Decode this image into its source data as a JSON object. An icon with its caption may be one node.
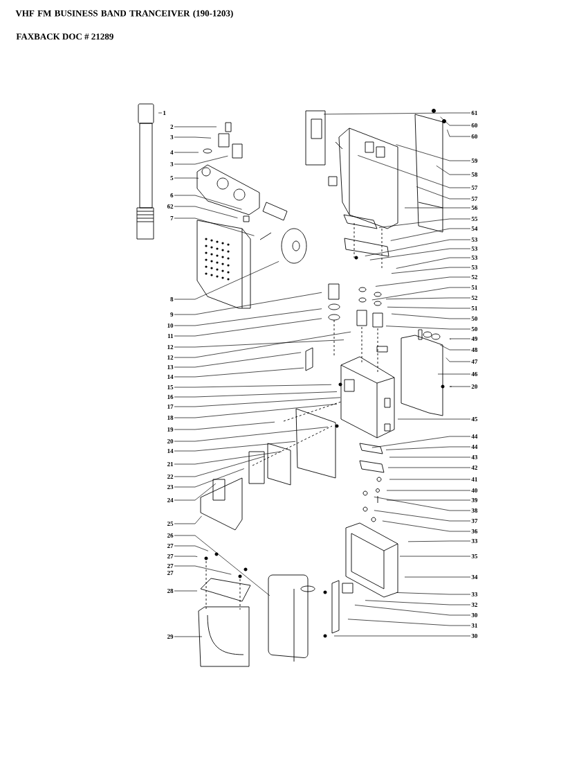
{
  "diagram": {
    "title": "VHF FM BUSINESS BAND TRANCEIVER (190-1203)",
    "nodes": [
      {
        "text": [
          "1"
        ]
      },
      {
        "text": [
          "2"
        ]
      },
      {
        "text": [
          "3"
        ]
      },
      {
        "text": [
          "4"
        ]
      },
      {
        "text": [
          "3"
        ]
      },
      {
        "text": [
          "5"
        ]
      },
      {
        "text": [
          "6"
        ]
      },
      {
        "text": [
          "62"
        ]
      },
      {
        "text": [
          "7"
        ]
      },
      {
        "text": [
          "8"
        ]
      },
      {
        "text": [
          "9"
        ]
      },
      {
        "text": [
          "10"
        ]
      },
      {
        "text": [
          "11"
        ]
      },
      {
        "text": [
          "12"
        ]
      },
      {
        "text": [
          "12"
        ]
      },
      {
        "text": [
          "13"
        ]
      },
      {
        "text": [
          "14"
        ]
      },
      {
        "text": [
          "15"
        ]
      },
      {
        "text": [
          "16"
        ]
      },
      {
        "text": [
          "17"
        ]
      },
      {
        "text": [
          "18"
        ]
      },
      {
        "text": [
          "19"
        ]
      },
      {
        "text": [
          "20"
        ]
      },
      {
        "text": [
          "14"
        ]
      },
      {
        "text": [
          "21"
        ]
      },
      {
        "text": [
          "22"
        ]
      },
      {
        "text": [
          "23"
        ]
      },
      {
        "text": [
          "24"
        ]
      },
      {
        "text": [
          "25"
        ]
      },
      {
        "text": [
          "26"
        ]
      },
      {
        "text": [
          "27"
        ]
      },
      {
        "text": [
          "27"
        ]
      },
      {
        "text": [
          "27"
        ]
      },
      {
        "text": [
          "28"
        ]
      },
      {
        "text": [
          "29"
        ]
      },
      {
        "text": [
          "61"
        ]
      },
      {
        "text": [
          "60"
        ]
      },
      {
        "text": [
          "60"
        ]
      },
      {
        "text": [
          "59"
        ]
      },
      {
        "text": [
          "58"
        ]
      },
      {
        "text": [
          "57"
        ]
      },
      {
        "text": [
          "57"
        ]
      },
      {
        "text": [
          "56"
        ]
      },
      {
        "text": [
          "55"
        ]
      },
      {
        "text": [
          "54"
        ]
      },
      {
        "text": [
          "53"
        ]
      },
      {
        "text": [
          "53"
        ]
      },
      {
        "text": [
          "53"
        ]
      },
      {
        "text": [
          "53"
        ]
      },
      {
        "text": [
          "52"
        ]
      },
      {
        "text": [
          "51"
        ]
      },
      {
        "text": [
          "52"
        ]
      },
      {
        "text": [
          "51"
        ]
      },
      {
        "text": [
          "50"
        ]
      },
      {
        "text": [
          "50"
        ]
      },
      {
        "text": [
          "49"
        ]
      },
      {
        "text": [
          "48"
        ]
      },
      {
        "text": [
          "47"
        ]
      },
      {
        "text": [
          "46"
        ]
      },
      {
        "text": [
          "20"
        ]
      },
      {
        "text": [
          "45"
        ]
      },
      {
        "text": [
          "44"
        ]
      },
      {
        "text": [
          "44"
        ]
      },
      {
        "text": [
          "43"
        ]
      },
      {
        "text": [
          "42"
        ]
      },
      {
        "text": [
          "41"
        ]
      },
      {
        "text": [
          "40"
        ]
      },
      {
        "text": [
          "39"
        ]
      },
      {
        "text": [
          "38"
        ]
      },
      {
        "text": [
          "37"
        ]
      },
      {
        "text": [
          "36"
        ]
      },
      {
        "text": [
          "33"
        ]
      },
      {
        "text": [
          "35"
        ]
      },
      {
        "text": [
          "34"
        ]
      },
      {
        "text": [
          "33"
        ]
      },
      {
        "text": [
          "32"
        ]
      },
      {
        "text": [
          "30"
        ]
      },
      {
        "text": [
          "31"
        ]
      },
      {
        "text": [
          "30"
        ]
      }
    ],
    "edges": [
      {
        "from": 0,
        "to": null,
        "arrow": "none"
      },
      {
        "from": 1,
        "to": null,
        "arrow": "none"
      },
      {
        "from": 2,
        "to": null,
        "arrow": "none"
      },
      {
        "from": 3,
        "to": null,
        "arrow": "none"
      },
      {
        "from": 4,
        "to": null,
        "arrow": "none"
      },
      {
        "from": 5,
        "to": null,
        "arrow": "none"
      },
      {
        "from": 6,
        "to": null,
        "arrow": "none"
      },
      {
        "from": 7,
        "to": null,
        "arrow": "none"
      },
      {
        "from": 8,
        "to": null,
        "arrow": "none"
      },
      {
        "from": 9,
        "to": null,
        "arrow": "none"
      },
      {
        "from": 10,
        "to": null,
        "arrow": "none"
      },
      {
        "from": 11,
        "to": null,
        "arrow": "none"
      },
      {
        "from": 12,
        "to": null,
        "arrow": "none"
      },
      {
        "from": 13,
        "to": null,
        "arrow": "none"
      },
      {
        "from": 14,
        "to": null,
        "arrow": "none"
      },
      {
        "from": 15,
        "to": null,
        "arrow": "none"
      },
      {
        "from": 16,
        "to": null,
        "arrow": "none"
      },
      {
        "from": 17,
        "to": null,
        "arrow": "none"
      },
      {
        "from": 18,
        "to": null,
        "arrow": "none"
      },
      {
        "from": 19,
        "to": null,
        "arrow": "none"
      },
      {
        "from": 20,
        "to": null,
        "arrow": "none"
      },
      {
        "from": 21,
        "to": null,
        "arrow": "none"
      },
      {
        "from": 22,
        "to": null,
        "arrow": "none"
      },
      {
        "from": 23,
        "to": null,
        "arrow": "none"
      },
      {
        "from": 24,
        "to": null,
        "arrow": "none"
      },
      {
        "from": 25,
        "to": null,
        "arrow": "none"
      },
      {
        "from": 26,
        "to": null,
        "arrow": "none"
      },
      {
        "from": 27,
        "to": null,
        "arrow": "none"
      },
      {
        "from": 28,
        "to": null,
        "arrow": "none"
      },
      {
        "from": 29,
        "to": null,
        "arrow": "none"
      },
      {
        "from": 30,
        "to": null,
        "arrow": "none"
      },
      {
        "from": 31,
        "to": null,
        "arrow": "none"
      },
      {
        "from": 32,
        "to": null,
        "arrow": "none"
      },
      {
        "from": 33,
        "to": null,
        "arrow": "none"
      },
      {
        "from": 34,
        "to": null,
        "arrow": "none"
      },
      {
        "from": 35,
        "to": null,
        "arrow": "none"
      },
      {
        "from": 36,
        "to": null,
        "arrow": "none"
      },
      {
        "from": 37,
        "to": null,
        "arrow": "none"
      },
      {
        "from": 38,
        "to": null,
        "arrow": "none"
      },
      {
        "from": 39,
        "to": null,
        "arrow": "none"
      },
      {
        "from": 40,
        "to": null,
        "arrow": "none"
      },
      {
        "from": 41,
        "to": null,
        "arrow": "none"
      },
      {
        "from": 42,
        "to": null,
        "arrow": "none"
      },
      {
        "from": 43,
        "to": null,
        "arrow": "none"
      },
      {
        "from": 44,
        "to": null,
        "arrow": "none"
      },
      {
        "from": 45,
        "to": null,
        "arrow": "none"
      },
      {
        "from": 46,
        "to": null,
        "arrow": "none"
      },
      {
        "from": 47,
        "to": null,
        "arrow": "none"
      },
      {
        "from": 48,
        "to": null,
        "arrow": "none"
      },
      {
        "from": 49,
        "to": null,
        "arrow": "none"
      },
      {
        "from": 50,
        "to": null,
        "arrow": "none"
      },
      {
        "from": 51,
        "to": null,
        "arrow": "none"
      },
      {
        "from": 52,
        "to": null,
        "arrow": "none"
      },
      {
        "from": 53,
        "to": null,
        "arrow": "none"
      },
      {
        "from": 54,
        "to": null,
        "arrow": "none"
      },
      {
        "from": 55,
        "to": null,
        "arrow": "none"
      },
      {
        "from": 56,
        "to": null,
        "arrow": "none"
      },
      {
        "from": 57,
        "to": null,
        "arrow": "none"
      },
      {
        "from": 58,
        "to": null,
        "arrow": "none"
      },
      {
        "from": 59,
        "to": null,
        "arrow": "none"
      },
      {
        "from": 60,
        "to": null,
        "arrow": "none"
      },
      {
        "from": 61,
        "to": null,
        "arrow": "none"
      },
      {
        "from": 62,
        "to": null,
        "arrow": "none"
      },
      {
        "from": 63,
        "to": null,
        "arrow": "none"
      },
      {
        "from": 64,
        "to": null,
        "arrow": "none"
      },
      {
        "from": 65,
        "to": null,
        "arrow": "none"
      },
      {
        "from": 66,
        "to": null,
        "arrow": "none"
      },
      {
        "from": 67,
        "to": null,
        "arrow": "none"
      },
      {
        "from": 68,
        "to": null,
        "arrow": "none"
      },
      {
        "from": 69,
        "to": null,
        "arrow": "none"
      },
      {
        "from": 70,
        "to": null,
        "arrow": "none"
      },
      {
        "from": 71,
        "to": null,
        "arrow": "none"
      },
      {
        "from": 72,
        "to": null,
        "arrow": "none"
      },
      {
        "from": 73,
        "to": null,
        "arrow": "none"
      },
      {
        "from": 74,
        "to": null,
        "arrow": "none"
      },
      {
        "from": 75,
        "to": null,
        "arrow": "none"
      },
      {
        "from": 76,
        "to": null,
        "arrow": "none"
      },
      {
        "from": 77,
        "to": null,
        "arrow": "none"
      },
      {
        "from": 78,
        "to": null,
        "arrow": "none"
      }
    ],
    "labels": [
      "FAXBACK DOC # 21289",
      "27"
    ]
  }
}
